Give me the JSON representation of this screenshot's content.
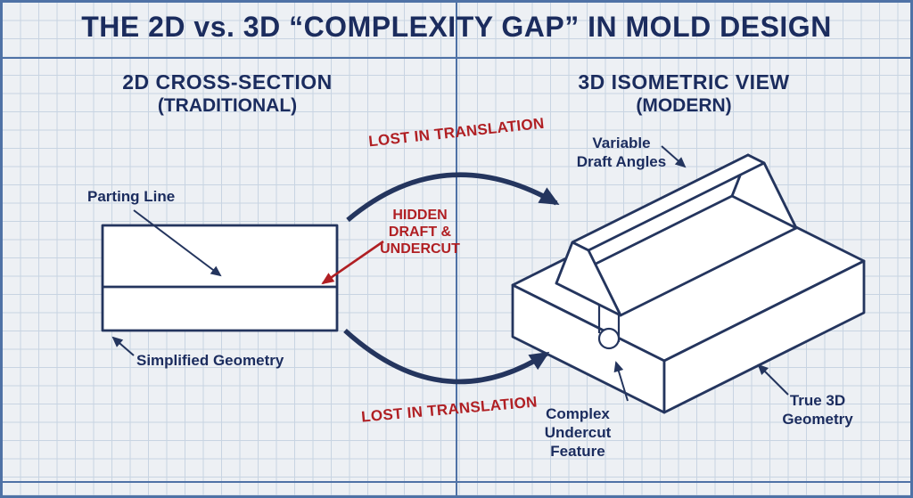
{
  "colors": {
    "navy": "#1b2c5e",
    "red": "#b01f23",
    "line": "#24355e",
    "rule": "#4f72a6",
    "paper": "#edf0f4",
    "grid": "#c8d4e2"
  },
  "title": "THE 2D vs. 3D “COMPLEXITY GAP” IN MOLD DESIGN",
  "left_panel": {
    "heading": "2D CROSS-SECTION",
    "subheading": "(TRADITIONAL)",
    "parting_line_label": "Parting Line",
    "simplified_geometry_label": "Simplified Geometry"
  },
  "right_panel": {
    "heading": "3D ISOMETRIC VIEW",
    "subheading": "(MODERN)",
    "variable_draft_label": "Variable\nDraft Angles",
    "complex_undercut_label": "Complex\nUndercut\nFeature",
    "true_3d_label": "True 3D\nGeometry"
  },
  "center_annotations": {
    "lost_in_translation_top": "LOST IN TRANSLATION",
    "lost_in_translation_bottom": "LOST IN TRANSLATION",
    "hidden_draft_undercut": "HIDDEN\nDRAFT &\nUNDERCUT"
  }
}
